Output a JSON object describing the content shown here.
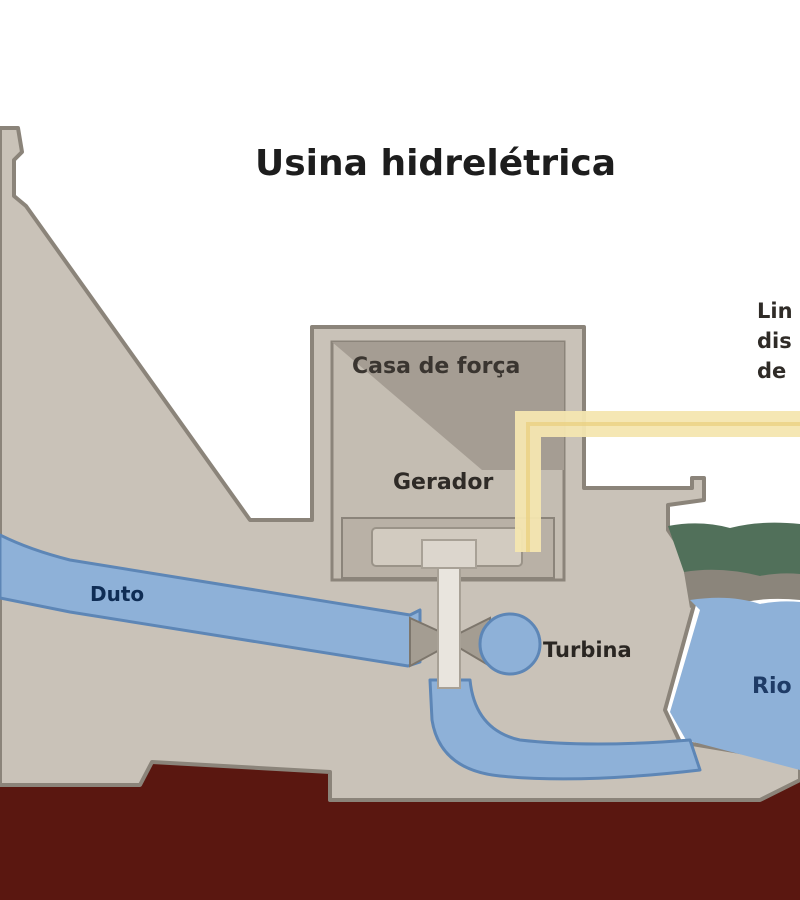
{
  "diagram": {
    "title": "Usina hidrelétrica",
    "labels": {
      "power_house": "Casa de força",
      "generator": "Gerador",
      "penstock": "Duto",
      "turbine": "Turbina",
      "river": "Rio"
    },
    "transmission_line_label": [
      "Lin",
      "dis",
      "de"
    ]
  },
  "colors": {
    "sky": "#ffffff",
    "concrete": "#c9c2b8",
    "concrete_edge": "#8b847a",
    "power_house_shade": "#a59d93",
    "water": "#8eb1d8",
    "water_edge": "#5d86b6",
    "ground": "#5a1710",
    "vegetation": "#51705a",
    "transmission": "#f4e6b0",
    "shaft": "#e9e5de"
  }
}
